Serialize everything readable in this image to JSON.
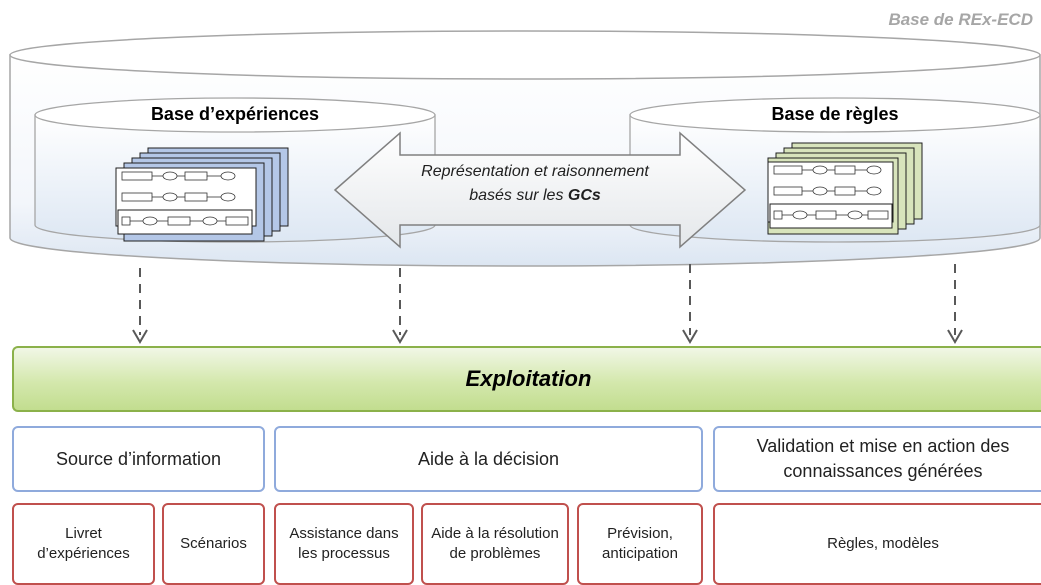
{
  "base_title": "Base de REx-ECD",
  "left_db": {
    "title": "Base d’expériences"
  },
  "right_db": {
    "title": "Base de règles"
  },
  "arrow": {
    "line1": "Représentation et raisonnement",
    "line2_prefix": "basés sur les ",
    "line2_bold": "GCs"
  },
  "exploitation": "Exploitation",
  "categories": [
    "Source d’information",
    "Aide à la décision",
    "Validation et mise en action des connaissances générées"
  ],
  "subitems": [
    "Livret d’expériences",
    "Scénarios",
    "Assistance dans les processus",
    "Aide à la résolution de problèmes",
    "Prévision, anticipation",
    "Règles, modèles"
  ],
  "colors": {
    "cylinder_edge": "#a6a6a6",
    "exploitation_border": "#8bb14a",
    "category_border": "#8faadc",
    "subitem_border": "#c0504d",
    "doc_blue": "#b4c7e7",
    "doc_green": "#d8e4bc"
  }
}
